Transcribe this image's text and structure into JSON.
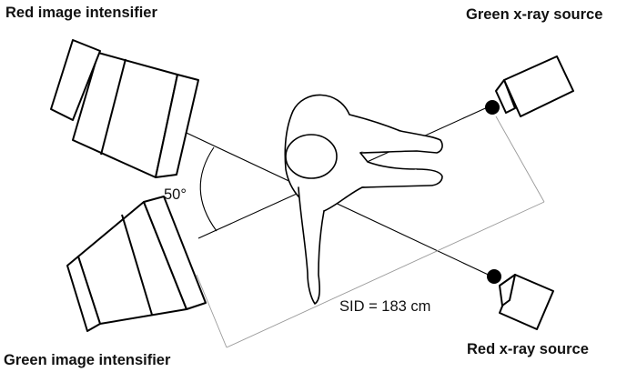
{
  "labels": {
    "red_intensifier": "Red image intensifier",
    "green_source": "Green x-ray source",
    "angle": "50°",
    "sid": "SID = 183 cm",
    "red_source": "Red x-ray source",
    "green_intensifier": "Green image intensifier"
  },
  "colors": {
    "stroke": "#000000",
    "guide": "#9a9a9a",
    "text": "#111111"
  }
}
